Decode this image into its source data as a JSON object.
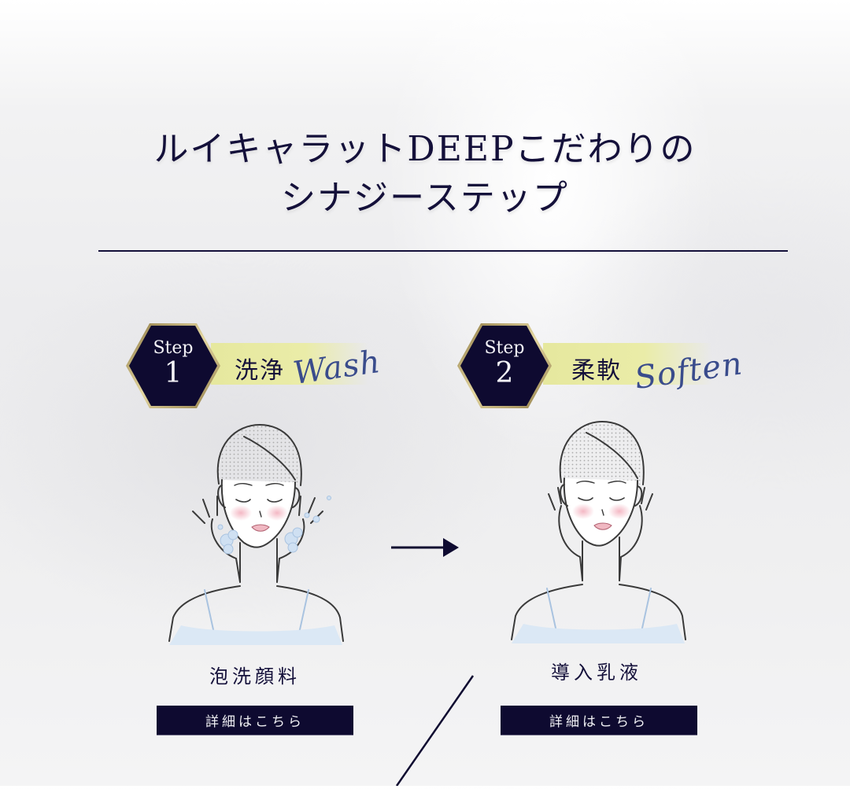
{
  "header": {
    "title_line1": "ルイキャラットDEEPこだわりの",
    "title_line2": "シナジーステップ"
  },
  "steps": [
    {
      "step_label": "Step",
      "step_number": "1",
      "title_jp": "洗浄",
      "title_en": "Wash",
      "illustration": "woman-washing-face-with-foam",
      "product_name": "泡洗顔料",
      "button_label": "詳細はこちら"
    },
    {
      "step_label": "Step",
      "step_number": "2",
      "title_jp": "柔軟",
      "title_en": "Soften",
      "illustration": "woman-applying-emulsion",
      "product_name": "導入乳液",
      "button_label": "詳細はこちら"
    }
  ],
  "arrow_icon": "arrow-right-icon",
  "colors": {
    "navy": "#0e0a30",
    "band_yellow": "#e9eca6",
    "script_blue": "#3a4c8c",
    "gold_border": "#b8a46a"
  }
}
